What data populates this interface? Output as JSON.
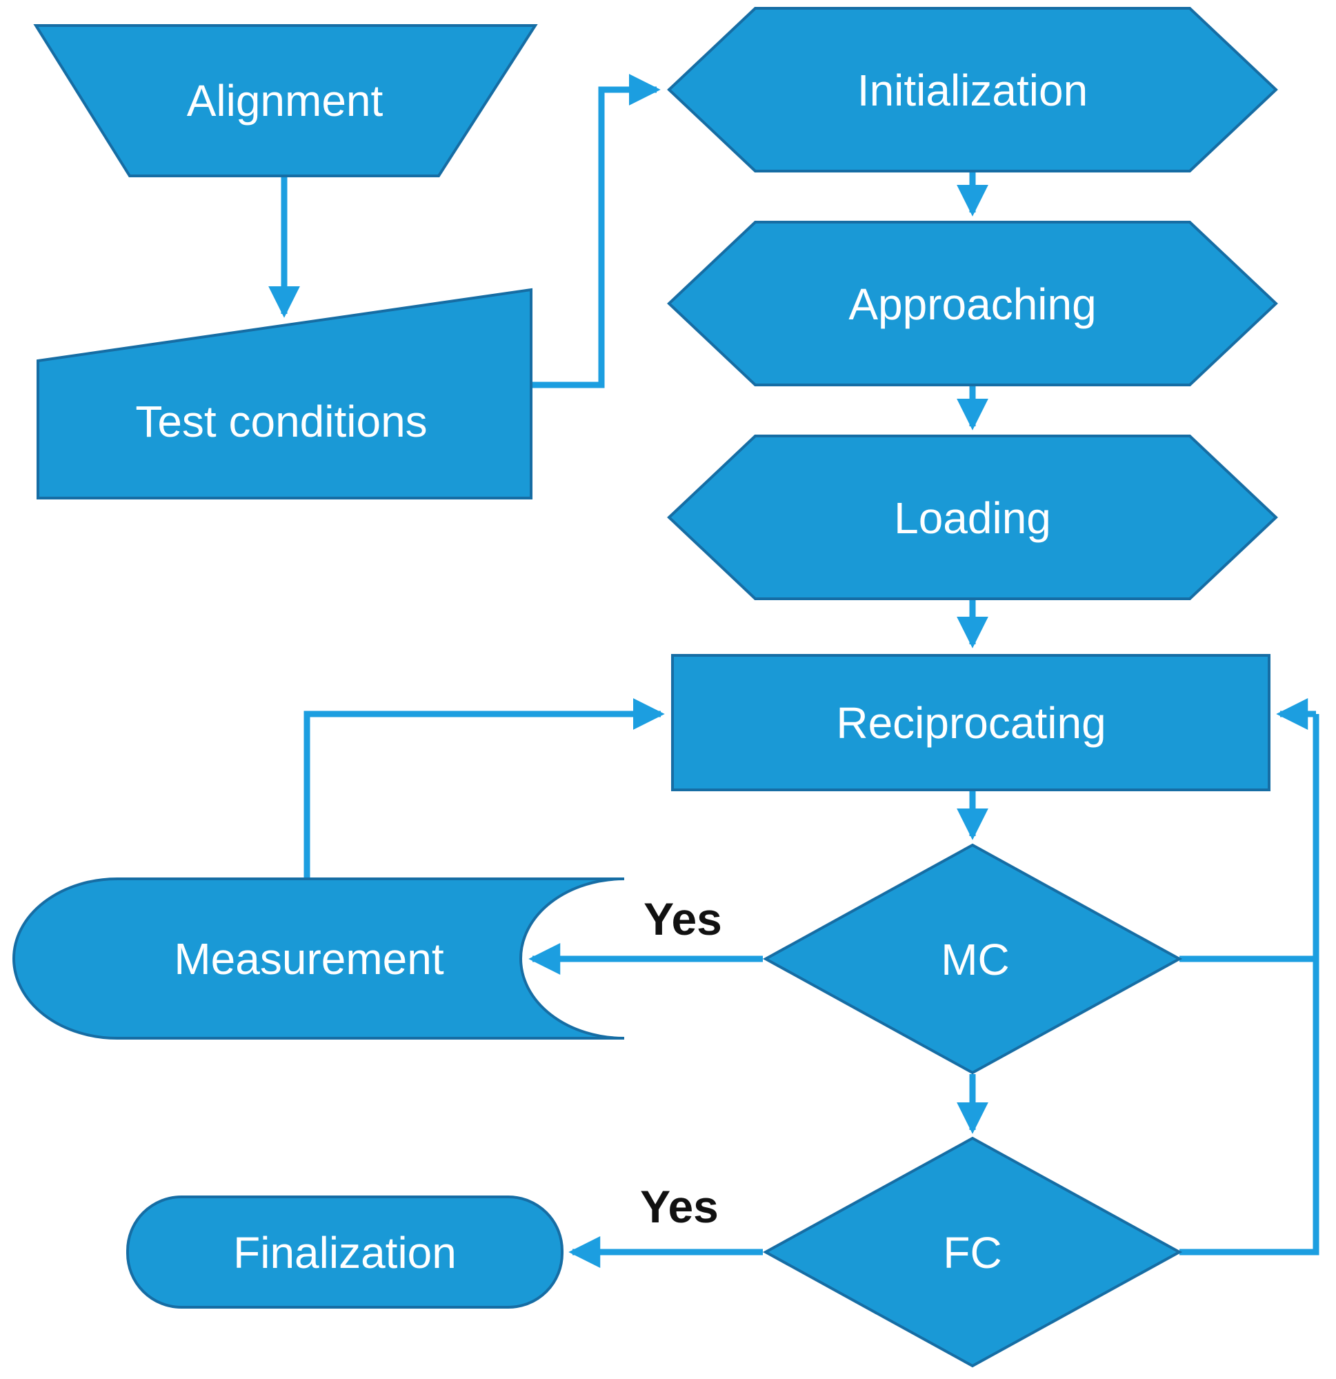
{
  "diagram": {
    "type": "flowchart",
    "nodes": {
      "alignment": {
        "label": "Alignment",
        "shape": "manual-operation-trapezoid"
      },
      "test_conditions": {
        "label": "Test conditions",
        "shape": "manual-input-slanted-box"
      },
      "initialization": {
        "label": "Initialization",
        "shape": "preparation-hexagon"
      },
      "approaching": {
        "label": "Approaching",
        "shape": "preparation-hexagon"
      },
      "loading": {
        "label": "Loading",
        "shape": "preparation-hexagon"
      },
      "reciprocating": {
        "label": "Reciprocating",
        "shape": "process-rectangle"
      },
      "mc": {
        "label": "MC",
        "shape": "decision-diamond"
      },
      "fc": {
        "label": "FC",
        "shape": "decision-diamond"
      },
      "measurement": {
        "label": "Measurement",
        "shape": "stored-data"
      },
      "finalization": {
        "label": "Finalization",
        "shape": "terminator-rounded"
      }
    },
    "edge_labels": {
      "mc_to_measurement": "Yes",
      "fc_to_finalization": "Yes"
    },
    "edges": [
      {
        "from": "alignment",
        "to": "test_conditions"
      },
      {
        "from": "test_conditions",
        "to": "initialization"
      },
      {
        "from": "initialization",
        "to": "approaching"
      },
      {
        "from": "approaching",
        "to": "loading"
      },
      {
        "from": "loading",
        "to": "reciprocating"
      },
      {
        "from": "reciprocating",
        "to": "mc"
      },
      {
        "from": "mc",
        "to": "measurement",
        "label": "Yes"
      },
      {
        "from": "mc",
        "to": "fc"
      },
      {
        "from": "mc",
        "to": "reciprocating",
        "label": ""
      },
      {
        "from": "fc",
        "to": "finalization",
        "label": "Yes"
      },
      {
        "from": "fc",
        "to": "reciprocating",
        "label": ""
      },
      {
        "from": "measurement",
        "to": "reciprocating"
      }
    ],
    "colors": {
      "shape_fill": "#1A99D6",
      "shape_border": "#166DA4",
      "connector": "#1C9EE0",
      "label_text": "#FFFFFF",
      "edge_label_text": "#111111",
      "background": "#FFFFFF"
    }
  }
}
